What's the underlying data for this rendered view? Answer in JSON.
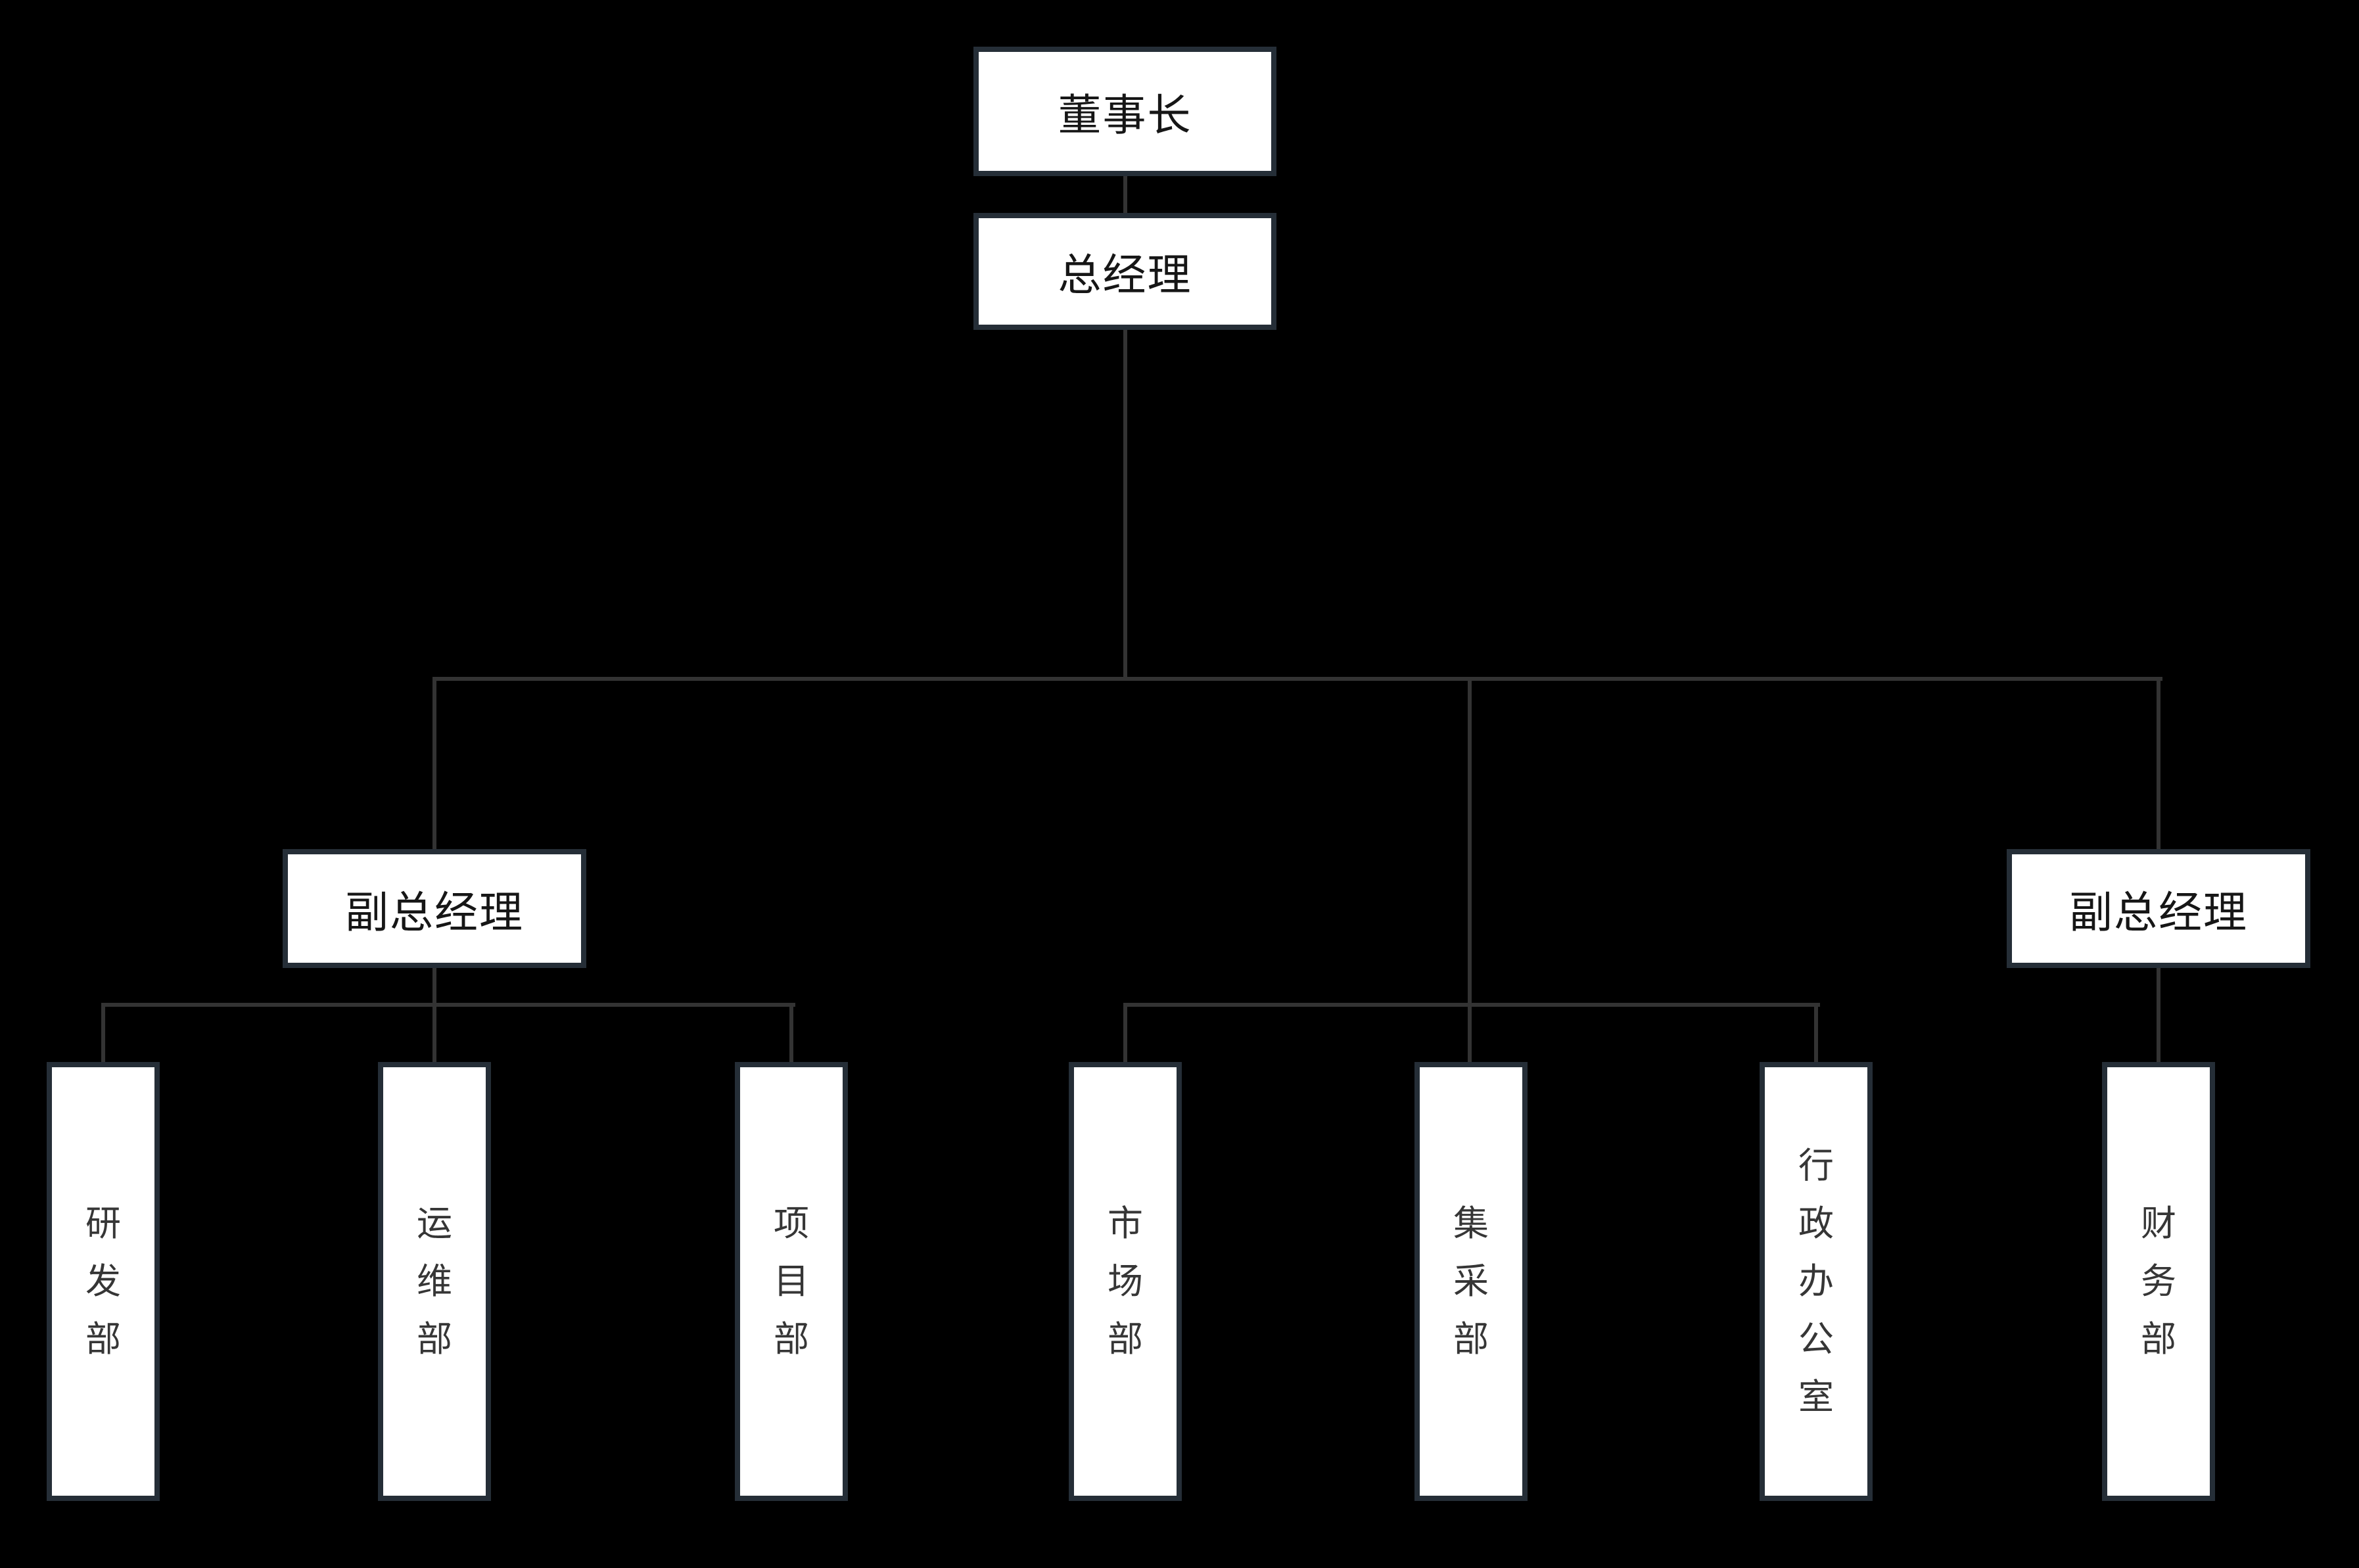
{
  "diagram": {
    "type": "org-chart",
    "colors": {
      "background": "#000000",
      "node_fill": "#ffffff",
      "node_border": "#252e37",
      "connector_line": "#333333",
      "manager_text": "#161616",
      "department_text": "#363636"
    },
    "nodes": {
      "chairman": {
        "label": "董事长"
      },
      "gm": {
        "label": "总经理"
      },
      "vice_left": {
        "label": "副总经理"
      },
      "vice_right": {
        "label": "副总经理"
      },
      "rd": {
        "label": "研发部"
      },
      "ops": {
        "label": "运维部"
      },
      "project": {
        "label": "项目部"
      },
      "market": {
        "label": "市场部"
      },
      "procurement": {
        "label": "集采部"
      },
      "admin_office": {
        "label": "行政办公室"
      },
      "finance": {
        "label": "财务部"
      }
    },
    "edges": [
      {
        "parent": "chairman",
        "child": "gm"
      },
      {
        "parent": "gm",
        "child": "vice_left"
      },
      {
        "parent": "gm",
        "child": "market"
      },
      {
        "parent": "gm",
        "child": "procurement"
      },
      {
        "parent": "gm",
        "child": "admin_office"
      },
      {
        "parent": "gm",
        "child": "vice_right"
      },
      {
        "parent": "vice_left",
        "child": "rd"
      },
      {
        "parent": "vice_left",
        "child": "ops"
      },
      {
        "parent": "vice_left",
        "child": "project"
      },
      {
        "parent": "vice_right",
        "child": "finance"
      }
    ]
  }
}
